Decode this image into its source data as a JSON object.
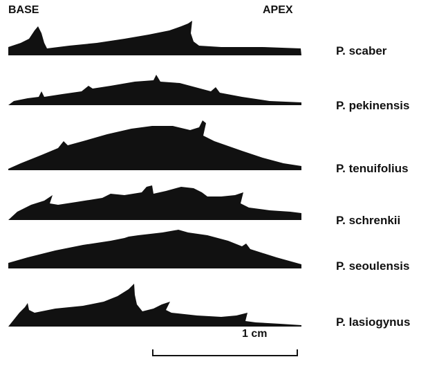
{
  "header": {
    "base": "BASE",
    "apex": "APEX"
  },
  "species": [
    {
      "id": "scaber",
      "label": "P. scaber"
    },
    {
      "id": "pekinensis",
      "label": "P. pekinensis"
    },
    {
      "id": "tenuifolius",
      "label": "P. tenuifolius"
    },
    {
      "id": "schrenkii",
      "label": "P. schrenkii"
    },
    {
      "id": "seoulensis",
      "label": "P. seoulensis"
    },
    {
      "id": "lasiogynus",
      "label": "P. lasiogynus"
    }
  ],
  "scale_bar": {
    "label": "1 cm"
  },
  "colors": {
    "silhouette": "#111111",
    "background": "#ffffff"
  }
}
